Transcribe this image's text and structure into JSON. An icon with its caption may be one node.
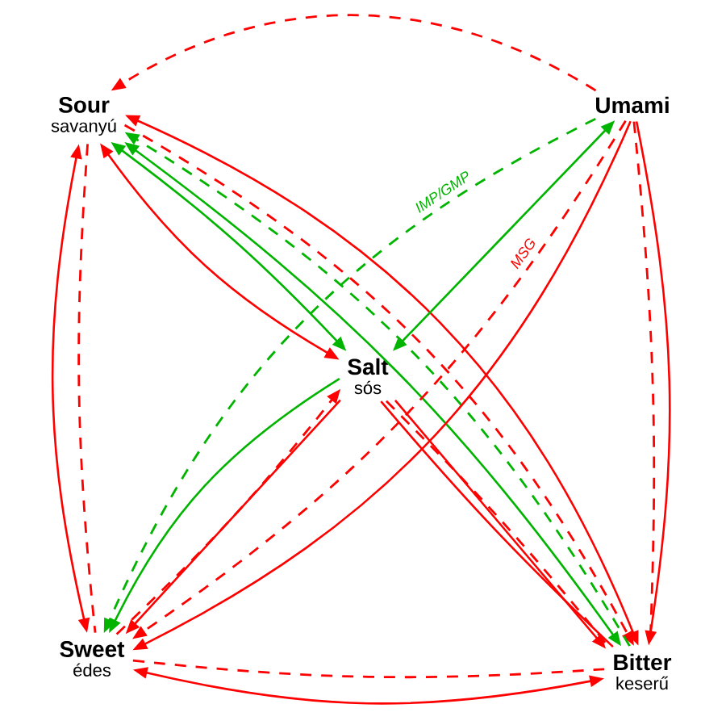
{
  "diagram": {
    "nodes": [
      {
        "text": [
          "Sour",
          "savanyú"
        ]
      },
      {
        "text": [
          "Umami"
        ]
      },
      {
        "text": [
          "Salt",
          "sós"
        ]
      },
      {
        "text": [
          "Sweet",
          "édes"
        ]
      },
      {
        "text": [
          "Bitter",
          "keserű"
        ]
      }
    ],
    "edges": [
      {
        "from": 1,
        "to": 0,
        "arrow": "to",
        "style": "dashed"
      },
      {
        "from": 4,
        "to": 0,
        "arrow": "both"
      },
      {
        "from": 0,
        "to": 4,
        "arrow": "to",
        "style": "dashed"
      },
      {
        "from": 4,
        "to": 0,
        "arrow": "to",
        "style": "dashed",
        "color": "#00b400"
      },
      {
        "from": 0,
        "to": 4,
        "arrow": "both",
        "color": "#00b400"
      },
      {
        "from": 0,
        "to": 2,
        "arrow": "both"
      },
      {
        "from": 0,
        "to": 2,
        "arrow": "both",
        "color": "#00b400"
      },
      {
        "from": 1,
        "to": 2,
        "arrow": "both",
        "color": "#00b400"
      },
      {
        "from": 1,
        "to": 3,
        "arrow": "to",
        "style": "dashed",
        "color": "#00b400",
        "label": "IMP/GMP"
      },
      {
        "from": 1,
        "to": 3,
        "arrow": "to",
        "style": "dashed",
        "label": "MSG"
      },
      {
        "from": 1,
        "to": 3,
        "arrow": "to"
      },
      {
        "from": 2,
        "to": 3,
        "arrow": "to"
      },
      {
        "from": 3,
        "to": 2,
        "arrow": "to",
        "style": "dashed"
      },
      {
        "from": 2,
        "to": 3,
        "arrow": "to",
        "color": "#00b400"
      },
      {
        "from": 0,
        "to": 3,
        "arrow": "both"
      },
      {
        "from": 0,
        "to": 3,
        "arrow": "none",
        "style": "dashed"
      },
      {
        "from": 3,
        "to": 4,
        "arrow": "both"
      },
      {
        "from": 3,
        "to": 4,
        "arrow": "none",
        "style": "dashed"
      },
      {
        "from": 1,
        "to": 4,
        "arrow": "to"
      },
      {
        "from": 1,
        "to": 4,
        "arrow": "none",
        "style": "dashed"
      },
      {
        "from": 2,
        "to": 4,
        "arrow": "to"
      },
      {
        "from": 2,
        "to": 4,
        "arrow": "none",
        "style": "dashed"
      },
      {
        "from": 2,
        "to": 4,
        "arrow": "none"
      }
    ]
  }
}
